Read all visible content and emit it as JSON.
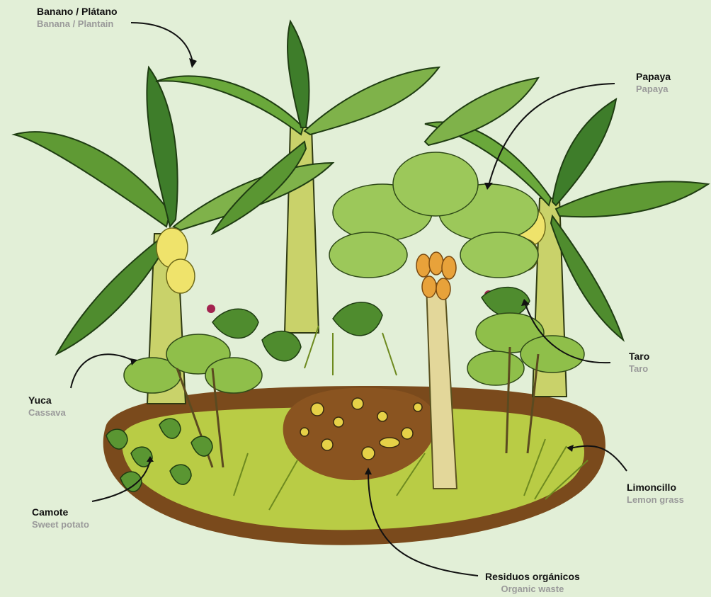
{
  "colors": {
    "background": "#e2efd7",
    "label_primary": "#111111",
    "label_secondary": "#9a9a9a",
    "soil": "#7a4a1c",
    "grass": "#b9cc45",
    "leaf_dark": "#3e7d2a",
    "leaf_light": "#7fb24a",
    "fruit_banana": "#efe36b",
    "fruit_papaya": "#e8a23a"
  },
  "labels": [
    {
      "id": "banana",
      "spanish": "Banano / Plátano",
      "english": "Banana / Plantain"
    },
    {
      "id": "papaya",
      "spanish": "Papaya",
      "english": "Papaya"
    },
    {
      "id": "taro",
      "spanish": "Taro",
      "english": "Taro"
    },
    {
      "id": "cassava",
      "spanish": "Yuca",
      "english": "Cassava"
    },
    {
      "id": "lemongrass",
      "spanish": "Limoncillo",
      "english": "Lemon grass"
    },
    {
      "id": "sweet-potato",
      "spanish": "Camote",
      "english": "Sweet potato"
    },
    {
      "id": "organic-waste",
      "spanish": "Residuos orgánicos",
      "english": "Organic waste"
    }
  ]
}
